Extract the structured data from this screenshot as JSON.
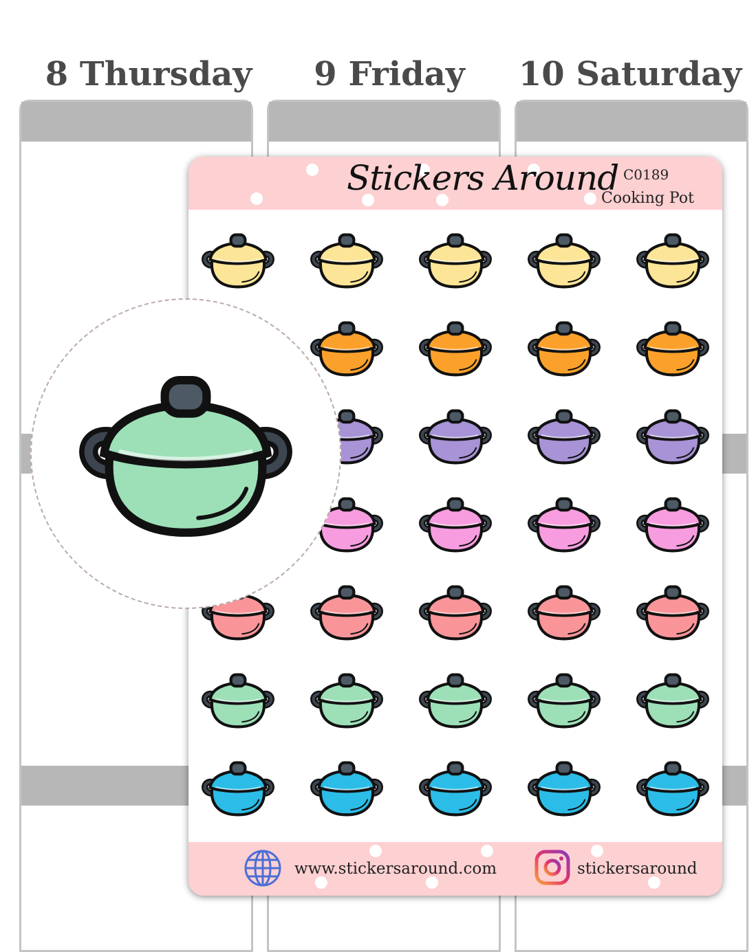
{
  "days": [
    "8 Thursday",
    "9 Friday",
    "10 Saturday"
  ],
  "sheet": {
    "brand": "Stickers Around",
    "code": "C0189",
    "product": "Cooking Pot",
    "website": "www.stickersaround.com",
    "instagram": "stickersaround",
    "rows": [
      {
        "name": "yellow",
        "color": "#fde597"
      },
      {
        "name": "orange",
        "color": "#fba12b"
      },
      {
        "name": "purple",
        "color": "#a893d6"
      },
      {
        "name": "pink",
        "color": "#f79ddf"
      },
      {
        "name": "coral",
        "color": "#f99599"
      },
      {
        "name": "green",
        "color": "#9de0b8"
      },
      {
        "name": "blue",
        "color": "#2bbde7"
      }
    ],
    "columns": 5
  },
  "magnifier": {
    "icon": "cooking-pot-icon",
    "color": "#9de0b8"
  }
}
